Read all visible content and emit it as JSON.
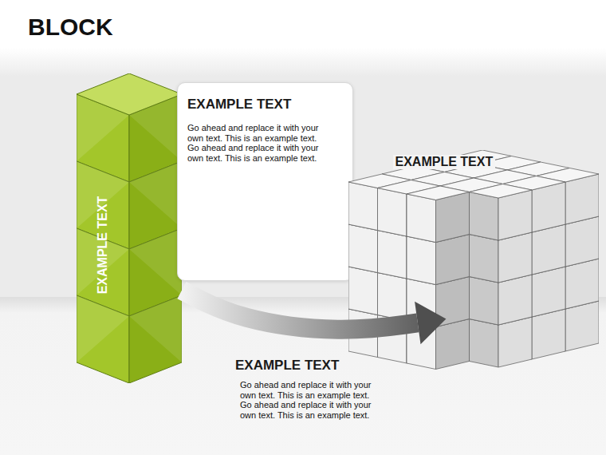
{
  "diagram": {
    "title": "BLOCK",
    "nodes": [
      {
        "text": [
          "EXAMPLE TEXT"
        ]
      },
      {
        "text": [
          "EXAMPLE TEXT",
          "Go ahead and replace it with your own text. This is an example text. Go ahead and replace it with your own text. This is an example text."
        ]
      },
      {
        "text": [
          "EXAMPLE TEXT"
        ]
      }
    ],
    "edges": [
      {
        "from": 0,
        "to": 2,
        "arrow": "to"
      }
    ],
    "labels": [
      "EXAMPLE TEXT",
      "Go ahead and replace it with your own text. This is an example text. Go ahead and replace it with your own text. This is an example text."
    ]
  }
}
